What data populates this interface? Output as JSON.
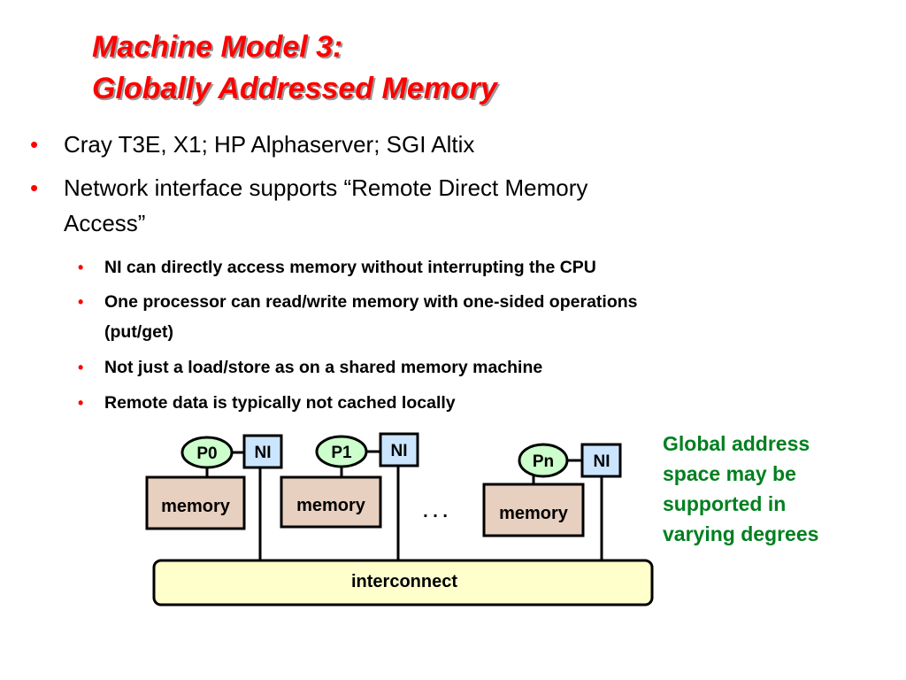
{
  "title": {
    "line1": "Machine Model 3:",
    "line2": "Globally Addressed Memory"
  },
  "bullets": [
    {
      "text": "Cray T3E, X1; HP Alphaserver; SGI Altix"
    },
    {
      "line1": "Network interface supports “Remote Direct Memory",
      "line2": "Access”"
    }
  ],
  "sub_bullets": [
    {
      "text": "NI can directly access memory without interrupting the CPU"
    },
    {
      "line1": "One processor can read/write memory with one-sided operations",
      "line2": "(put/get)"
    },
    {
      "text": "Not just a load/store as on a shared memory machine"
    },
    {
      "text": "Remote data is typically not cached locally"
    }
  ],
  "bullet_glyph": "•",
  "diagram": {
    "processors": [
      "P0",
      "P1",
      "Pn"
    ],
    "ni_label": "NI",
    "memory_label": "memory",
    "ellipsis": ". . .",
    "interconnect_label": "interconnect"
  },
  "side_note": {
    "lines": [
      "Global address",
      "space may be",
      "supported in",
      "varying degrees"
    ]
  },
  "colors": {
    "title": "#ff0000",
    "bullet_dot": "#ff0000",
    "note": "#007f1f",
    "processor_fill": "#ccffcc",
    "ni_fill": "#cce5ff",
    "memory_fill": "#e8d0c0",
    "interconnect_fill": "#ffffcc"
  }
}
